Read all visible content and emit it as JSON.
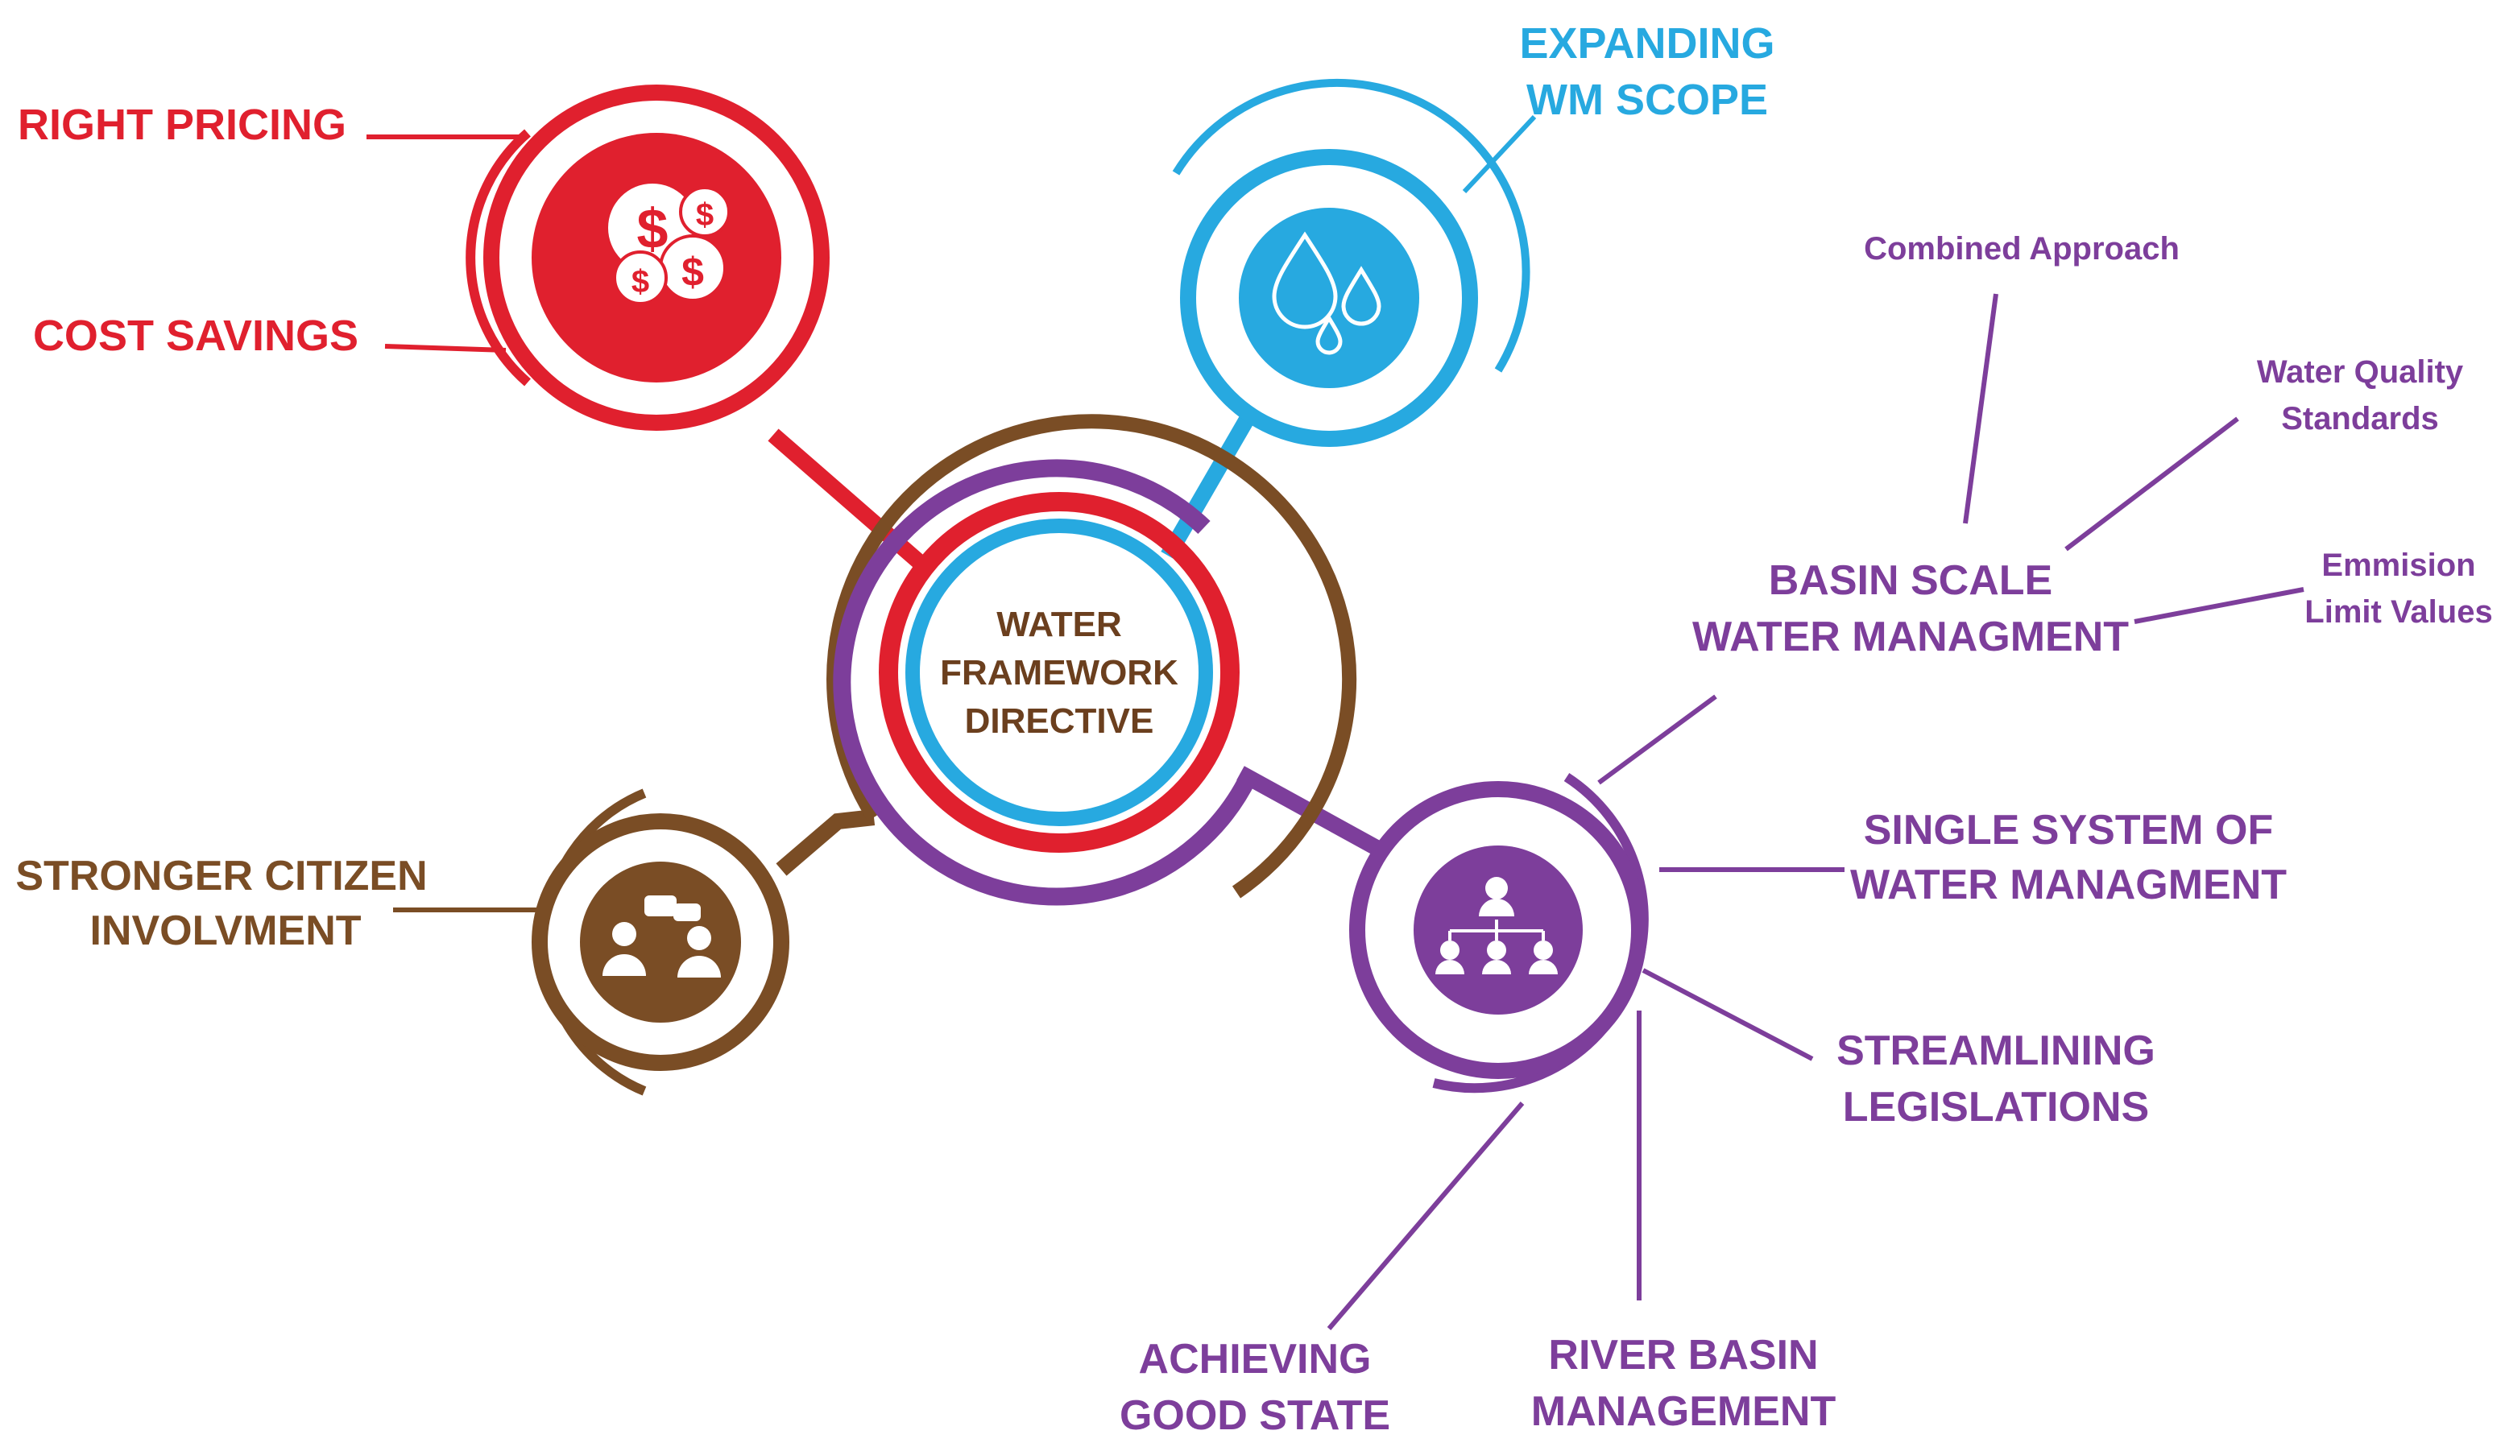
{
  "center": {
    "line1": "WATER",
    "line2": "FRAMEWORK",
    "line3": "DIRECTIVE"
  },
  "red": {
    "right_pricing": "RIGHT PRICING",
    "cost_savings": "COST SAVINGS",
    "icon": "dollar-coins-icon"
  },
  "blue": {
    "line1": "EXPANDING",
    "line2": "WM SCOPE",
    "icon": "water-drops-icon"
  },
  "brown": {
    "line1": "STRONGER CITIZEN",
    "line2": "INVOLVMENT",
    "icon": "people-conversation-icon"
  },
  "purple": {
    "icon": "org-hierarchy-icon",
    "basin": {
      "line1": "BASIN SCALE",
      "line2": "WATER MANAGMENT"
    },
    "combined": "Combined  Approach",
    "wqs": {
      "line1": "Water Quality",
      "line2": "Standards"
    },
    "elv": {
      "line1": "Emmision",
      "line2": "Limit Values"
    },
    "single": {
      "line1": "SINGLE SYSTEM OF",
      "line2": "WATER MANAGMENT"
    },
    "stream": {
      "line1": "STREAMLINING",
      "line2": "LEGISLATIONS"
    },
    "river": {
      "line1": "RIVER BASIN",
      "line2": "MANAGEMENT"
    },
    "achieve": {
      "line1": "ACHIEVING",
      "line2": "GOOD STATE"
    }
  },
  "colors": {
    "red": "#e0202e",
    "blue": "#27a9e0",
    "brown": "#7a4d25",
    "purple": "#7d3e9b",
    "center_text": "#6b3f1e"
  }
}
